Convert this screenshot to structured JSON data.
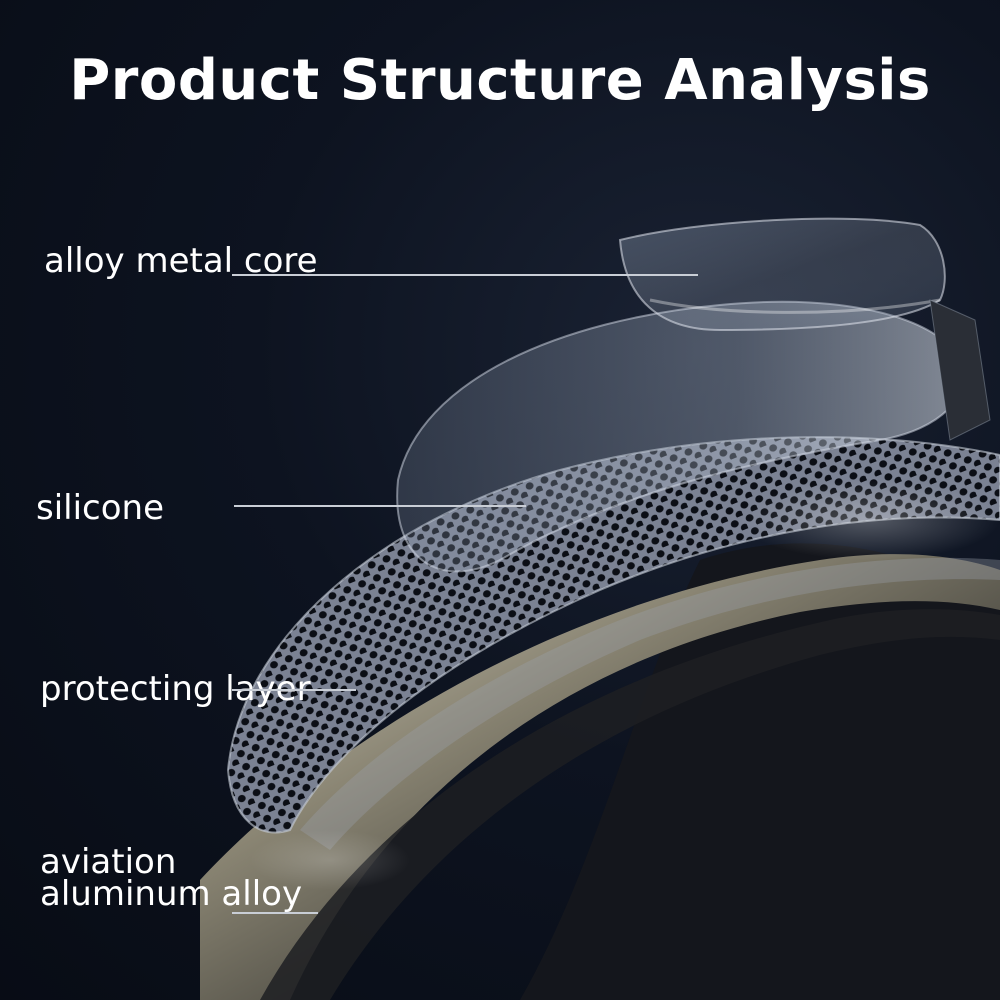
{
  "title": "Product Structure Analysis",
  "labels": {
    "core": "alloy metal core",
    "silicone": "silicone",
    "protecting": "protecting layer",
    "aluminum_line1": "aviation",
    "aluminum_line2": "aluminum alloy"
  },
  "colors": {
    "background": "#0c111c",
    "text": "#ffffff",
    "leader_line": "#c9ced6"
  }
}
